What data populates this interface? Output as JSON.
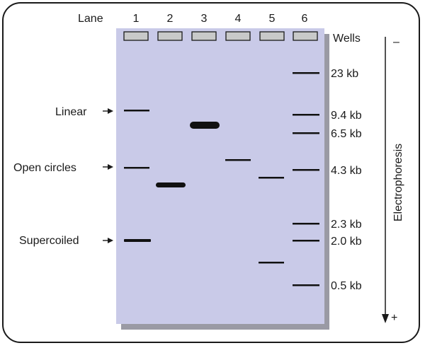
{
  "header": {
    "lane_label": "Lane",
    "lane_numbers": [
      "1",
      "2",
      "3",
      "4",
      "5",
      "6"
    ],
    "wells_label": "Wells"
  },
  "forms": [
    {
      "label": "Linear"
    },
    {
      "label": "Open circles"
    },
    {
      "label": "Supercoiled"
    }
  ],
  "markers": [
    "23 kb",
    "9.4 kb",
    "6.5 kb",
    "4.3 kb",
    "2.3 kb",
    "2.0 kb",
    "0.5 kb"
  ],
  "axis": {
    "label": "Electrophoresis",
    "minus": "–",
    "plus": "+"
  },
  "colors": {
    "gel": "#c9cae8",
    "gel_shadow": "#9a9aa4",
    "well": "#c8c9c9",
    "band": "#111111"
  }
}
